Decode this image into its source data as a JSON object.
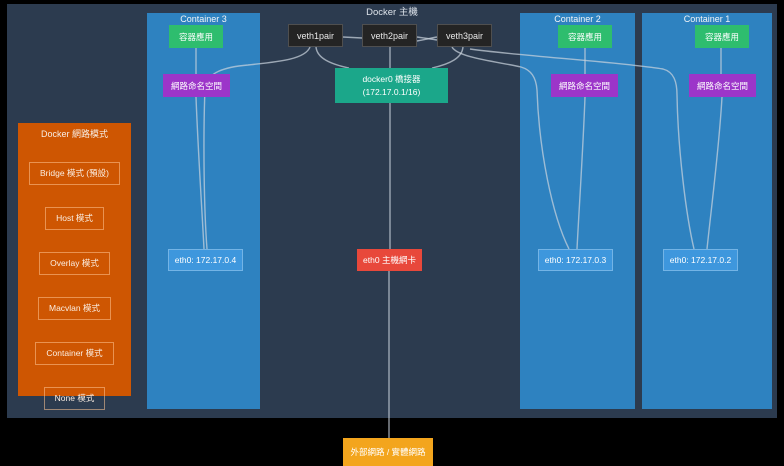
{
  "host": {
    "title": "Docker 主機"
  },
  "modes_panel": {
    "title": "Docker 網路模式",
    "items": [
      {
        "label": "Bridge 模式 (預設)"
      },
      {
        "label": "Host 模式"
      },
      {
        "label": "Overlay 模式"
      },
      {
        "label": "Macvlan 模式"
      },
      {
        "label": "Container 模式"
      },
      {
        "label": "None 模式"
      }
    ]
  },
  "containers": [
    {
      "label": "Container 3",
      "app": "容器應用",
      "namespace": "網路命名空間",
      "eth": "eth0: 172.17.0.4"
    },
    {
      "label": "Container 2",
      "app": "容器應用",
      "namespace": "網路命名空間",
      "eth": "eth0: 172.17.0.3"
    },
    {
      "label": "Container 1",
      "app": "容器應用",
      "namespace": "網路命名空間",
      "eth": "eth0: 172.17.0.2"
    }
  ],
  "veth": [
    {
      "label": "veth1pair"
    },
    {
      "label": "veth2pair"
    },
    {
      "label": "veth3pair"
    }
  ],
  "bridge": {
    "name": "docker0 橋接器",
    "cidr": "(172.17.0.1/16)"
  },
  "host_nic": {
    "label": "eth0 主機網卡"
  },
  "external": {
    "label": "外部網路 / 實體網路"
  },
  "colors": {
    "host_bg": "#2c3b4f",
    "column": "#2e82c0",
    "app": "#2ebd6e",
    "namespace": "#9c35c9",
    "bridge": "#1ba78a",
    "veth": "#242424",
    "eth": "#3e97dd",
    "host_nic": "#e8483b",
    "modes_panel": "#ce5602",
    "external": "#f3a51d",
    "connector": "#c9d3dc"
  }
}
